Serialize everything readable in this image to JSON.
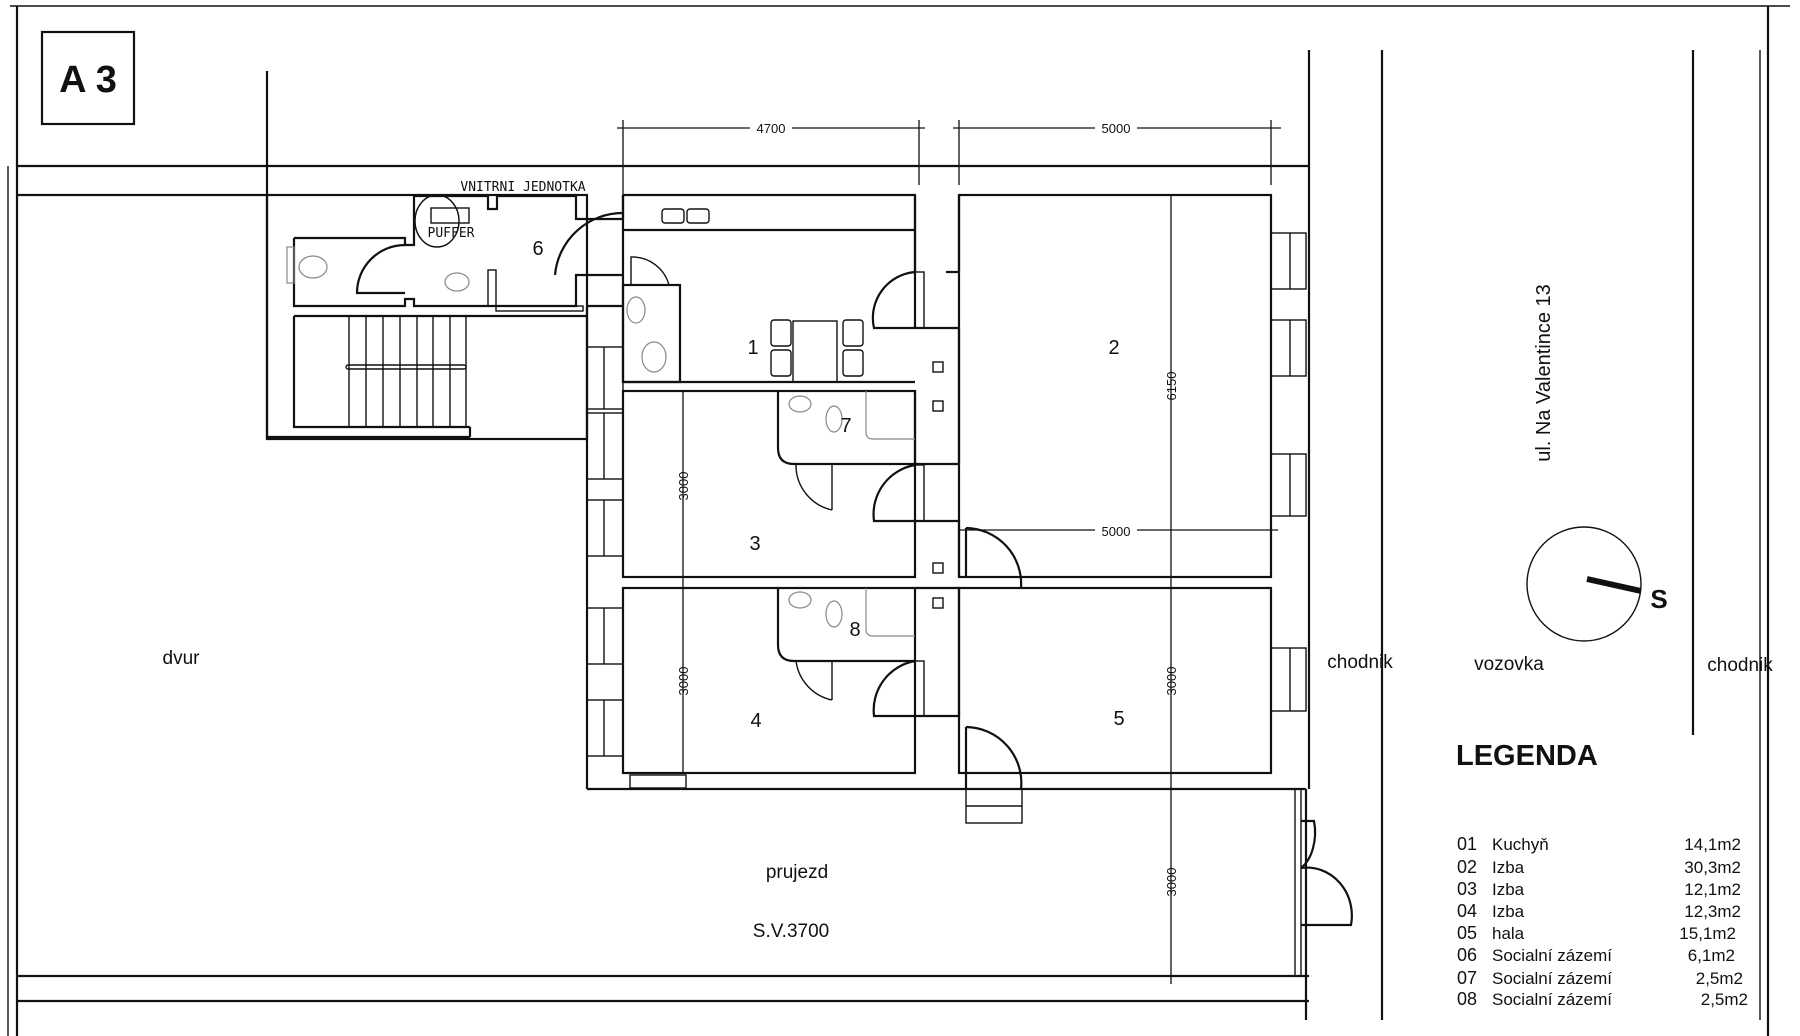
{
  "plan_id": "A 3",
  "labels": {
    "unit": "VNITRNI JEDNOTKA",
    "puffer": "PUFFER",
    "courtyard": "dvur",
    "passage": "prujezd",
    "passage_height": "S.V.3700",
    "sidewalk_left": "chodnik",
    "road": "vozovka",
    "sidewalk_right": "chodnik",
    "street": "ul. Na Valentince 13",
    "compass": "S"
  },
  "dimensions": {
    "top_left": "4700",
    "top_right": "5000",
    "mid_right": "5000",
    "vertical_right": "6150",
    "room3": "3000",
    "room4": "3000",
    "room5": "3000",
    "passage": "3000"
  },
  "rooms": [
    "1",
    "2",
    "3",
    "4",
    "5",
    "6",
    "7",
    "8"
  ],
  "legend": {
    "title": "LEGENDA",
    "items": [
      {
        "no": "01",
        "name": "Kuchyň",
        "area": "14,1m2"
      },
      {
        "no": "02",
        "name": "Izba",
        "area": "30,3m2"
      },
      {
        "no": "03",
        "name": "Izba",
        "area": "12,1m2"
      },
      {
        "no": "04",
        "name": "Izba",
        "area": "12,3m2"
      },
      {
        "no": "05",
        "name": "hala",
        "area": "15,1m2"
      },
      {
        "no": "06",
        "name": "Socialní zázemí",
        "area": "6,1m2"
      },
      {
        "no": "07",
        "name": "Socialní zázemí",
        "area": "2,5m2"
      },
      {
        "no": "08",
        "name": "Socialní zázemí",
        "area": "2,5m2"
      }
    ]
  }
}
